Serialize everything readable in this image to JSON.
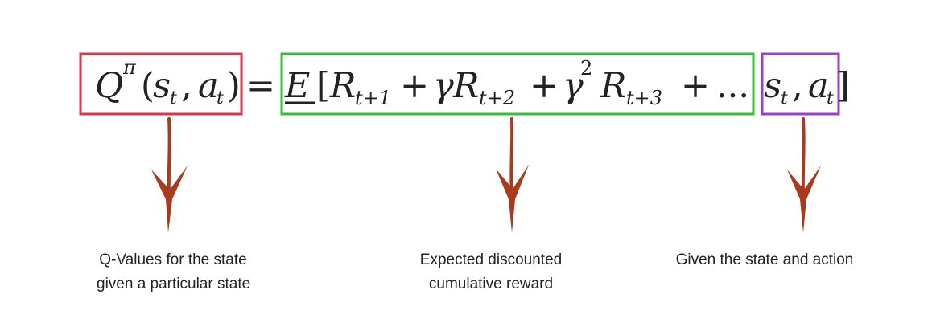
{
  "equation": {
    "q": "Q",
    "pi": "π",
    "open_paren": "(",
    "s": "s",
    "t": "t",
    "comma": ",",
    "a": "a",
    "close_paren": ")",
    "equals": "=",
    "expectation": "E",
    "open_bracket": "[",
    "r": "R",
    "t_plus_1": "t+1",
    "plus": "+",
    "gamma": "γ",
    "t_plus_2": "t+2",
    "squared": "2",
    "t_plus_3": "t+3",
    "ellipsis": "...",
    "close_bracket": "]"
  },
  "captions": {
    "q_values": {
      "line1": "Q-Values for the state",
      "line2": "given a particular state"
    },
    "expected_reward": {
      "line1": "Expected discounted",
      "line2": "cumulative reward"
    },
    "given_state_action": {
      "line1": "Given the state and action"
    }
  },
  "colors": {
    "q_box": "#e0344d",
    "expectation_box": "#34c234",
    "condition_box": "#9b3fd1",
    "arrow": "#a83a1e",
    "text": "#222222"
  }
}
